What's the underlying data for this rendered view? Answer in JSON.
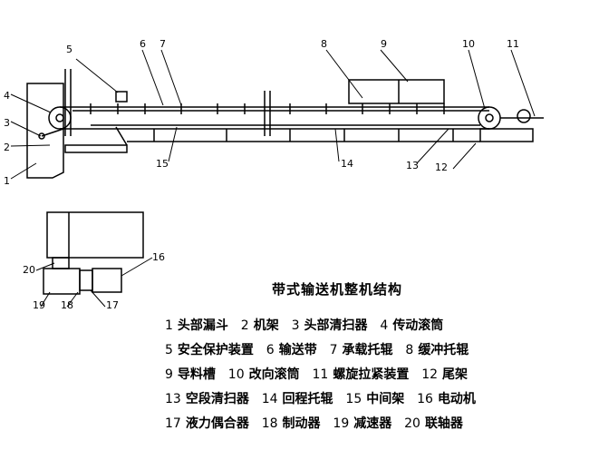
{
  "callouts": [
    "1",
    "2",
    "3",
    "4",
    "5",
    "6",
    "7",
    "8",
    "9",
    "10",
    "11",
    "12",
    "13",
    "14",
    "15",
    "16",
    "17",
    "18",
    "19",
    "20"
  ],
  "title": "带式输送机整机结构",
  "legend": [
    [
      [
        "1",
        "头部漏斗"
      ],
      [
        "2",
        "机架"
      ],
      [
        "3",
        "头部清扫器"
      ],
      [
        "4",
        "传动滚筒"
      ]
    ],
    [
      [
        "5",
        "安全保护装置"
      ],
      [
        "6",
        "输送带"
      ],
      [
        "7",
        "承载托辊"
      ],
      [
        "8",
        "缓冲托辊"
      ]
    ],
    [
      [
        "9",
        "导料槽"
      ],
      [
        "10",
        "改向滚筒"
      ],
      [
        "11",
        "螺旋拉紧装置"
      ],
      [
        "12",
        "尾架"
      ]
    ],
    [
      [
        "13",
        "空段清扫器"
      ],
      [
        "14",
        "回程托辊"
      ],
      [
        "15",
        "中间架"
      ],
      [
        "16",
        "电动机"
      ]
    ],
    [
      [
        "17",
        "液力偶合器"
      ],
      [
        "18",
        "制动器"
      ],
      [
        "19",
        "减速器"
      ],
      [
        "20",
        "联轴器"
      ]
    ]
  ]
}
